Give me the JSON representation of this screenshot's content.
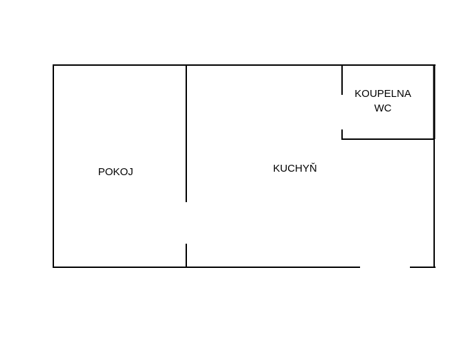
{
  "floor_plan": {
    "rooms": [
      {
        "id": "pokoj",
        "label": "POKOJ"
      },
      {
        "id": "kuchyn",
        "label": "KUCHYŇ"
      },
      {
        "id": "koupelna",
        "label_line1": "KOUPELNA",
        "label_line2": "WC"
      }
    ],
    "colors": {
      "background": "#ffffff",
      "walls": "#000000",
      "text": "#000000"
    }
  }
}
